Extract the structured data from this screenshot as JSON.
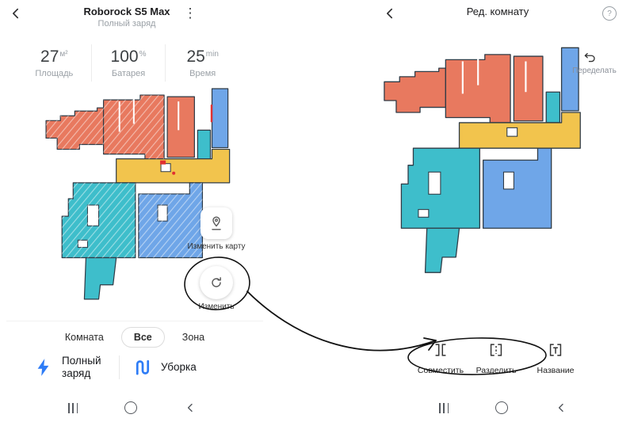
{
  "colors": {
    "accent_blue": "#2E7CF6",
    "room_salmon": "#E8795F",
    "room_teal": "#3EBECB",
    "room_blue": "#6FA6E8",
    "room_yellow": "#F2C44D",
    "map_outline": "#2F3B46",
    "marker_red": "#E03131"
  },
  "icons": {
    "menu": "⋮",
    "help": "?"
  },
  "left": {
    "header": {
      "title": "Roborock S5 Max",
      "subtitle": "Полный заряд"
    },
    "stats": [
      {
        "value": "27",
        "unit": "м²",
        "label": "Площадь"
      },
      {
        "value": "100",
        "unit": "%",
        "label": "Батарея"
      },
      {
        "value": "25",
        "unit": "min",
        "label": "Время"
      }
    ],
    "map_buttons": {
      "edit_map": "Изменить карту",
      "edit": "Изменить"
    },
    "tabs": [
      {
        "label": "Комната",
        "active": false
      },
      {
        "label": "Все",
        "active": true
      },
      {
        "label": "Зона",
        "active": false
      }
    ],
    "actions": [
      {
        "label": "Полный заряд",
        "icon": "lightning-icon"
      },
      {
        "label": "Уборка",
        "icon": "clean-path-icon"
      }
    ]
  },
  "right": {
    "header": {
      "title": "Ред. комнату"
    },
    "undo_label": "Переделать",
    "toolbar": [
      {
        "label": "Совместить",
        "icon": "merge-rooms-icon"
      },
      {
        "label": "Разделить",
        "icon": "split-room-icon"
      },
      {
        "label": "Название",
        "icon": "rename-room-icon"
      }
    ]
  }
}
